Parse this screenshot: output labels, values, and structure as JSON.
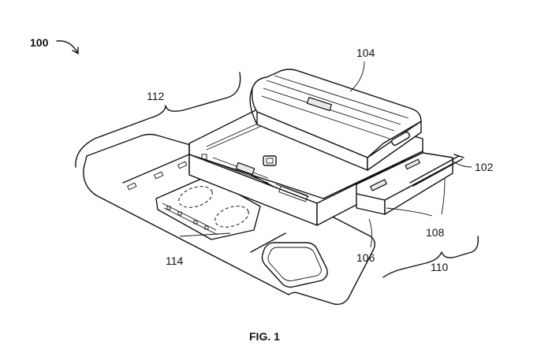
{
  "figure": {
    "caption": "FIG. 1",
    "labels": {
      "system": "100",
      "l102": "102",
      "l104": "104",
      "l106": "106",
      "l108": "108",
      "l110": "110",
      "l112": "112",
      "l114": "114"
    }
  }
}
